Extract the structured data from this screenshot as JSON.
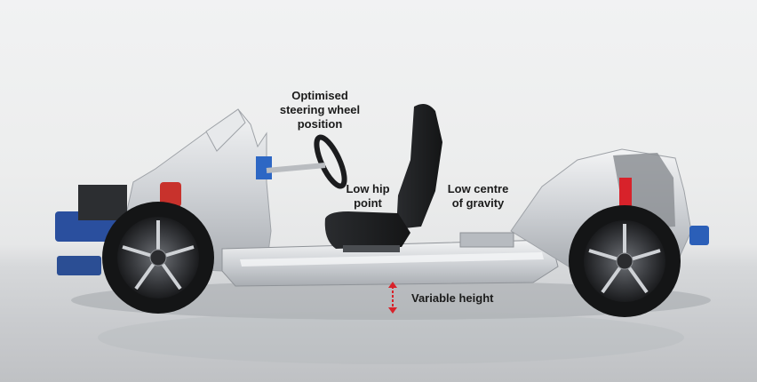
{
  "callouts": {
    "steering": {
      "line1": "Optimised",
      "line2": "steering wheel",
      "line3": "position"
    },
    "hip": {
      "line1": "Low hip",
      "line2": "point"
    },
    "gravity": {
      "line1": "Low centre",
      "line2": "of gravity"
    },
    "height": {
      "label": "Variable height"
    }
  },
  "colors": {
    "accent_red": "#d8222a",
    "brand_blue": "#1f4fa8",
    "chassis_silver": "#c9ccd0",
    "tire_black": "#1a1a1a",
    "seat_black": "#202224"
  },
  "icons": [
    "vertical-double-arrow-icon"
  ]
}
